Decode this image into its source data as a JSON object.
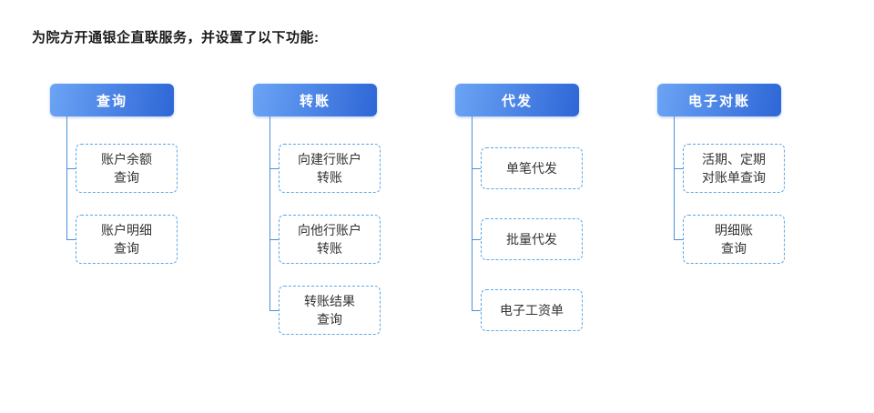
{
  "title": "为院方开通银企直联服务，并设置了以下功能:",
  "colors": {
    "header_gradient_start": "#6ba4f5",
    "header_gradient_end": "#2e66d6",
    "connector_line": "#4a90d9",
    "dashed_border": "#5aa7e8",
    "box_text": "#333333",
    "header_text": "#ffffff"
  },
  "columns": [
    {
      "header": "查询",
      "items": [
        {
          "label": "账户余额\n查询"
        },
        {
          "label": "账户明细\n查询"
        }
      ]
    },
    {
      "header": "转账",
      "items": [
        {
          "label": "向建行账户\n转账"
        },
        {
          "label": "向他行账户\n转账"
        },
        {
          "label": "转账结果\n查询"
        }
      ]
    },
    {
      "header": "代发",
      "items": [
        {
          "label": "单笔代发"
        },
        {
          "label": "批量代发"
        },
        {
          "label": "电子工资单"
        }
      ]
    },
    {
      "header": "电子对账",
      "items": [
        {
          "label": "活期、定期\n对账单查询"
        },
        {
          "label": "明细账\n查询"
        }
      ]
    }
  ]
}
